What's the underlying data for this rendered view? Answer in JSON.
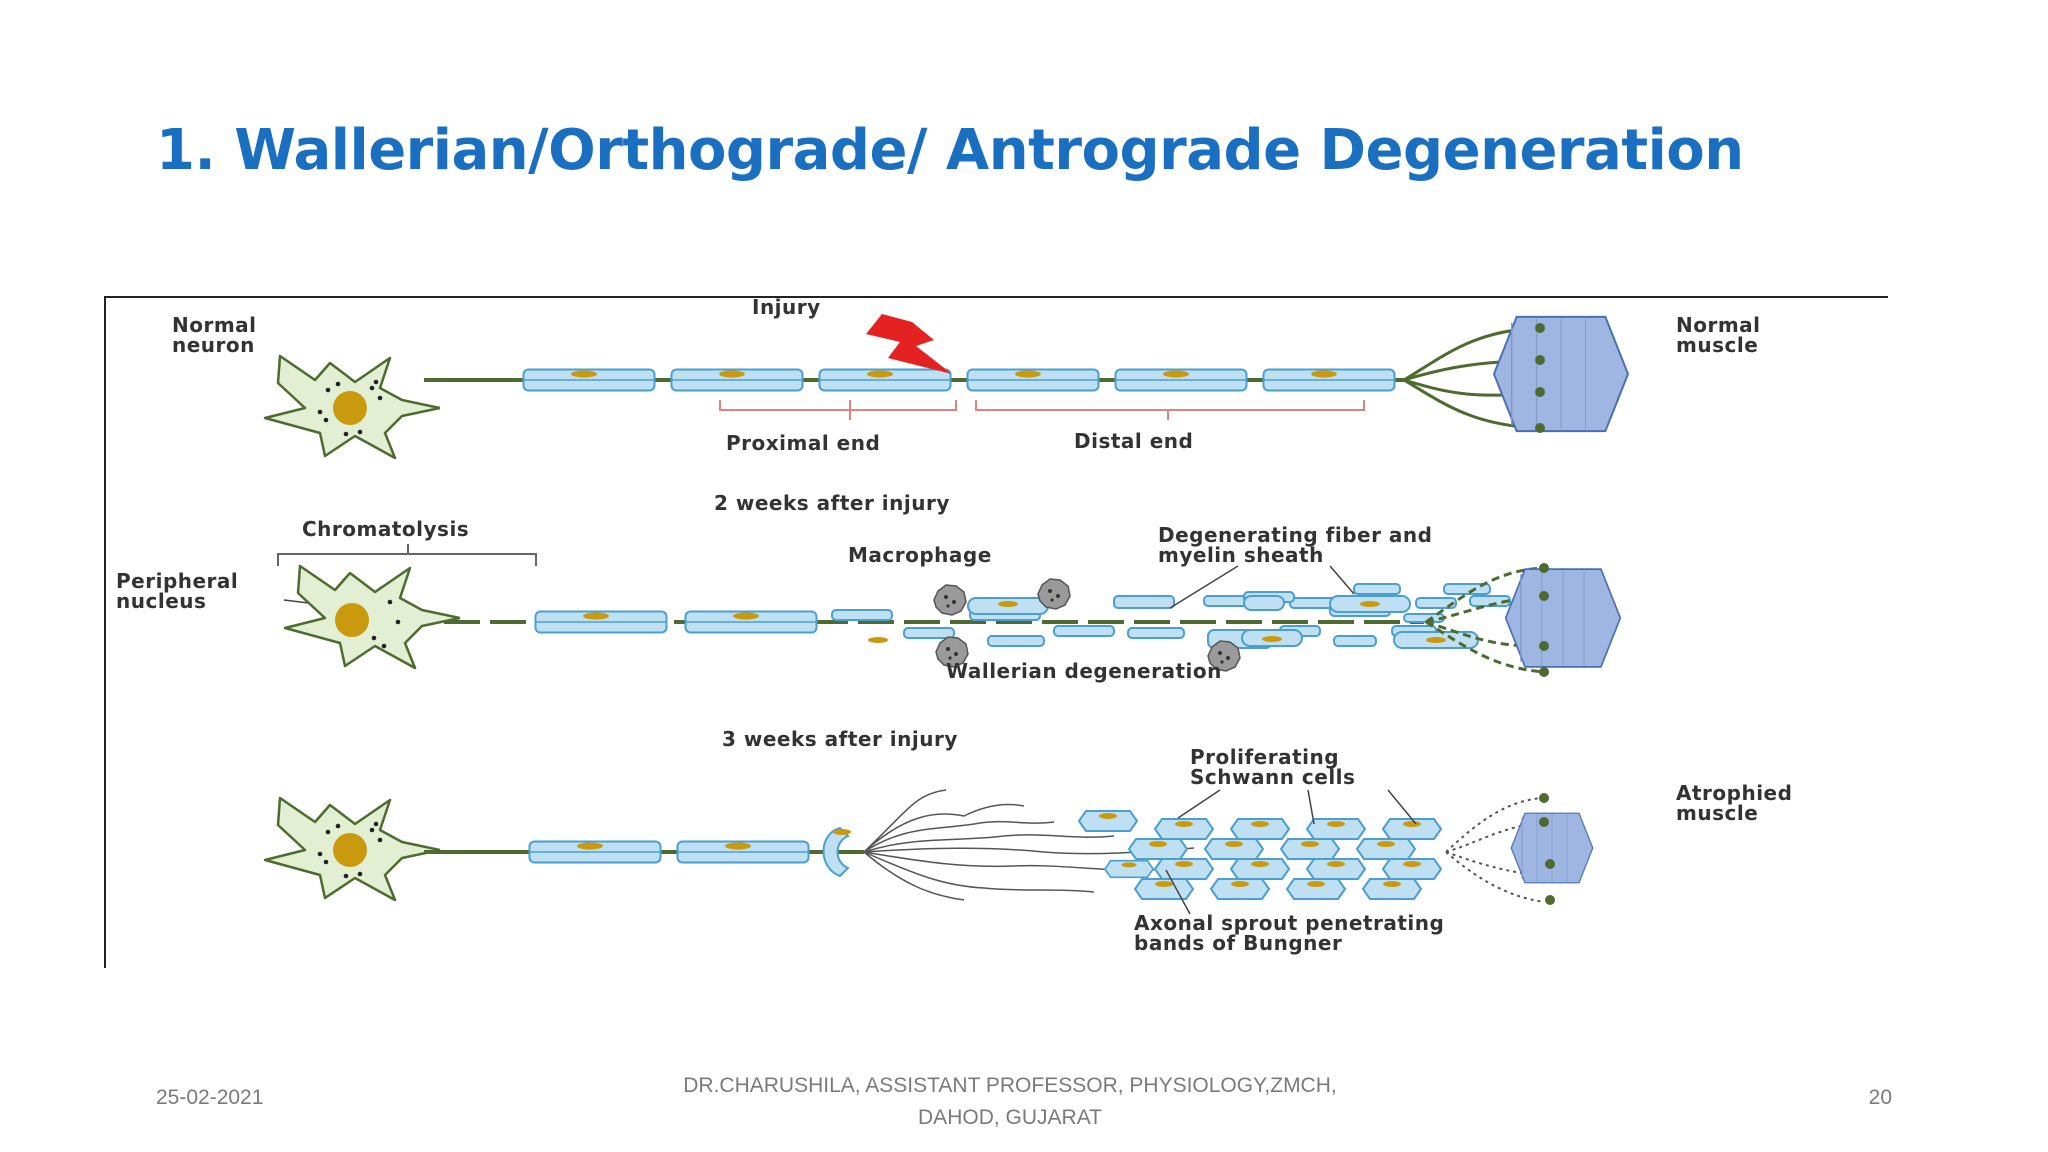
{
  "slide": {
    "title": "1. Wallerian/Orthograde/ Antrograde Degeneration",
    "footer": {
      "date": "25-02-2021",
      "author_line1": "DR.CHARUSHILA, ASSISTANT PROFESSOR, PHYSIOLOGY,ZMCH,",
      "author_line2": "DAHOD, GUJARAT",
      "page": "20"
    }
  },
  "diagram": {
    "panel1": {
      "normal_neuron_1": "Normal",
      "normal_neuron_2": "neuron",
      "injury": "Injury",
      "proximal": "Proximal end",
      "distal": "Distal end",
      "normal_muscle_1": "Normal",
      "normal_muscle_2": "muscle"
    },
    "panel2": {
      "heading": "2  weeks after injury",
      "chromatolysis": "Chromatolysis",
      "peripheral_1": "Peripheral",
      "peripheral_2": "nucleus",
      "macrophage": "Macrophage",
      "degenerating_1": "Degenerating fiber and",
      "degenerating_2": "myelin sheath",
      "wallerian": "Wallerian degeneration"
    },
    "panel3": {
      "heading": "3  weeks after injury",
      "proliferating_1": "Proliferating",
      "proliferating_2": "Schwann cells",
      "atrophied_1": "Atrophied",
      "atrophied_2": "muscle",
      "axonal_1": "Axonal sprout penetrating",
      "axonal_2": "bands of Bungner"
    },
    "colors": {
      "myelin_fill": "#bfe0f2",
      "myelin_stroke": "#4a9fd0",
      "axon": "#4d6b2e",
      "cell_fill": "#e3efd3",
      "nucleus": "#c99a0e",
      "muscle_fill": "#9fb6e3",
      "injury_bolt": "#e52222",
      "bracket": "#e08080"
    }
  }
}
